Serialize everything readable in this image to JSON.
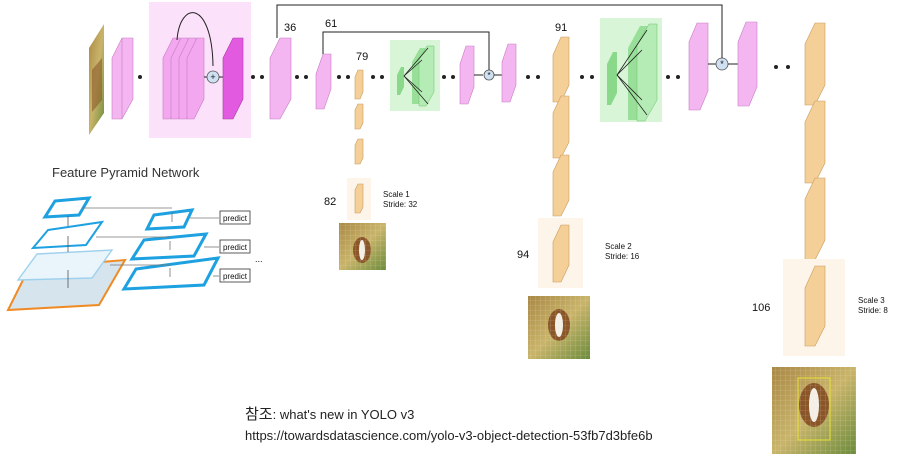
{
  "layer_numbers": {
    "l36": "36",
    "l61": "61",
    "l79": "79",
    "l91": "91",
    "l82": "82",
    "l94": "94",
    "l106": "106"
  },
  "scales": [
    {
      "name": "Scale 1",
      "stride": "Stride: 32"
    },
    {
      "name": "Scale 2",
      "stride": "Stride: 16"
    },
    {
      "name": "Scale 3",
      "stride": "Stride: 8"
    }
  ],
  "fpn": {
    "title": "Feature Pyramid Network",
    "predict_label": "predict",
    "ellipsis": "..."
  },
  "reference": {
    "lead": "참조",
    "text": ": what's new in YOLO v3",
    "url": "https://towardsdatascience.com/yolo-v3-object-detection-53fb7d3bfe6b"
  },
  "colors": {
    "pink_layer": "#f4b6f0",
    "magenta_layer": "#e25adf",
    "tan_layer": "#f5cf98",
    "green_block": "#d8f5d8",
    "highlight": "#fbe1fa",
    "fpn_blue": "#1ea1e0",
    "fpn_orange": "#f08a24"
  }
}
